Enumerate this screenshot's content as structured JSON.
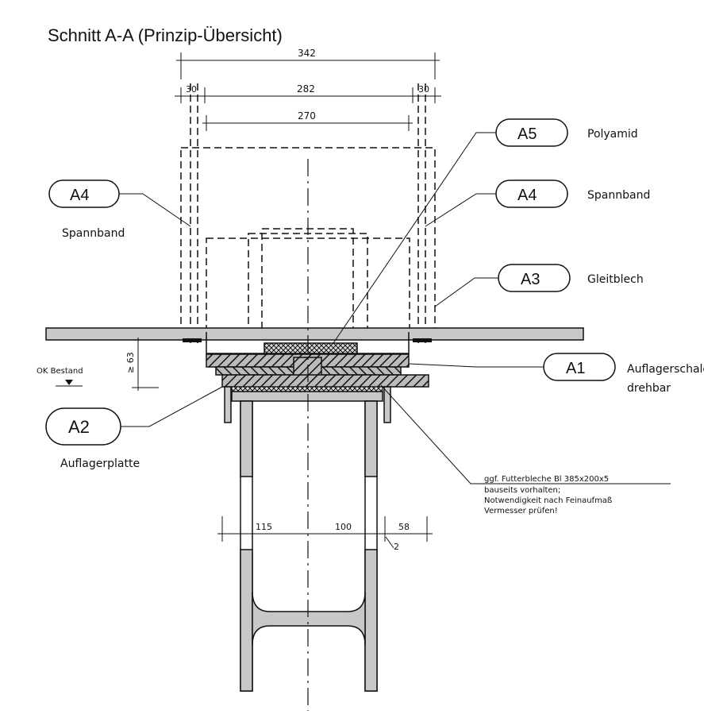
{
  "title": "Schnitt A-A (Prinzip-Übersicht)",
  "dimensions": {
    "overall": "342",
    "left_edge": "30",
    "inner": "282",
    "right_edge": "30",
    "clear": "270",
    "height_min": "≥ 63",
    "bottom_left": "115",
    "bottom_mid": "100",
    "bottom_right": "58",
    "weld": "2"
  },
  "level_label": "OK Bestand",
  "callouts": [
    {
      "id": "A5",
      "label": "Polyamid"
    },
    {
      "id": "A4",
      "label": "Spannband"
    },
    {
      "id": "A3",
      "label": "Gleitblech"
    },
    {
      "id": "A1",
      "label": "Auflagerschale",
      "label2": "drehbar"
    },
    {
      "id": "A4",
      "label": "Spannband"
    },
    {
      "id": "A2",
      "label": "Auflagerplatte"
    }
  ],
  "note": {
    "line1": "ggf. Futterbleche Bl 385x200x5",
    "line2": "bauseits vorhalten;",
    "line3": "Notwendigkeit nach Feinaufmaß",
    "line4": "Vermesser prüfen!"
  }
}
